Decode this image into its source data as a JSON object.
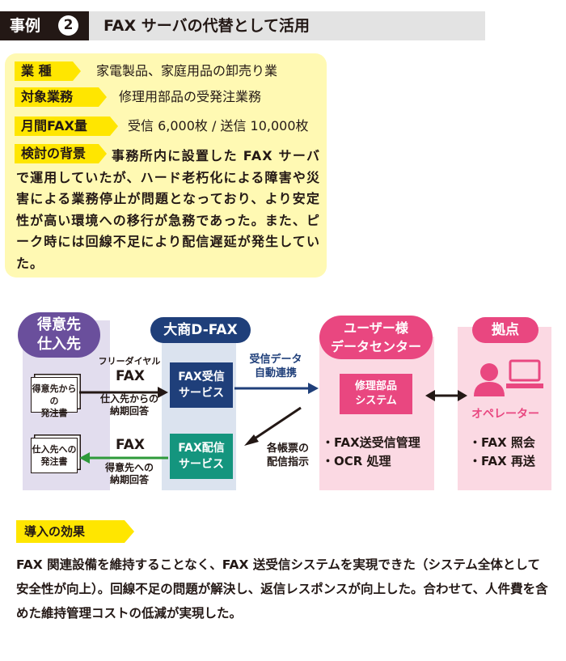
{
  "header": {
    "case_label": "事例",
    "case_number": "2",
    "title": "FAX サーバの代替として活用"
  },
  "info": {
    "rows": [
      {
        "label": "業 種",
        "value": "家電製品、家庭用品の卸売り業"
      },
      {
        "label": "対象業務",
        "value": "修理用部品の受発注業務"
      },
      {
        "label": "月間FAX量",
        "value": "受信 6,000枚 / 送信 10,000枚"
      }
    ],
    "background_label": "検討の背景",
    "background_text": "事務所内に設置した FAX サーバで運用していたが、ハード老朽化による障害や災害による業務停止が問題となっており、より安定性が高い環境への移行が急務であった。また、ピーク時には回線不足により配信遅延が発生していた。"
  },
  "diagram": {
    "partner_title": "得意先\n仕入先",
    "dfax_title": "大商D-FAX",
    "center_title": "ユーザー様\nデータセンター",
    "base_title": "拠点",
    "doc_in": "得意先からの\n発注書",
    "doc_out": "仕入先への\n発注書",
    "free_dial": "フリーダイヤル",
    "fax_in": "FAX",
    "reply_in": "仕入先からの\n納期回答",
    "fax_out": "FAX",
    "reply_out": "得意先への\n納期回答",
    "recv_service": "FAX受信\nサービス",
    "send_service": "FAX配信\nサービス",
    "data_link": "受信データ\n自動連携",
    "form_dispatch": "各帳票の\n配信指示",
    "system": "修理部品\nシステム",
    "center_items": [
      "・FAX送受信管理",
      "・OCR 処理"
    ],
    "operator": "オペレーター",
    "base_items": [
      "・FAX 照会",
      "・FAX 再送"
    ],
    "colors": {
      "purple": "#6a4f9c",
      "navy": "#1f3f7a",
      "teal": "#14957e",
      "pink": "#e94780",
      "green": "#2e9a3a"
    }
  },
  "effect": {
    "label": "導入の効果",
    "text": "FAX 関連設備を維持することなく、FAX 送受信システムを実現できた（システム全体として安全性が向上）。回線不足の問題が解決し、返信レスポンスが向上した。合わせて、人件費を含めた維持管理コストの低減が実現した。"
  }
}
